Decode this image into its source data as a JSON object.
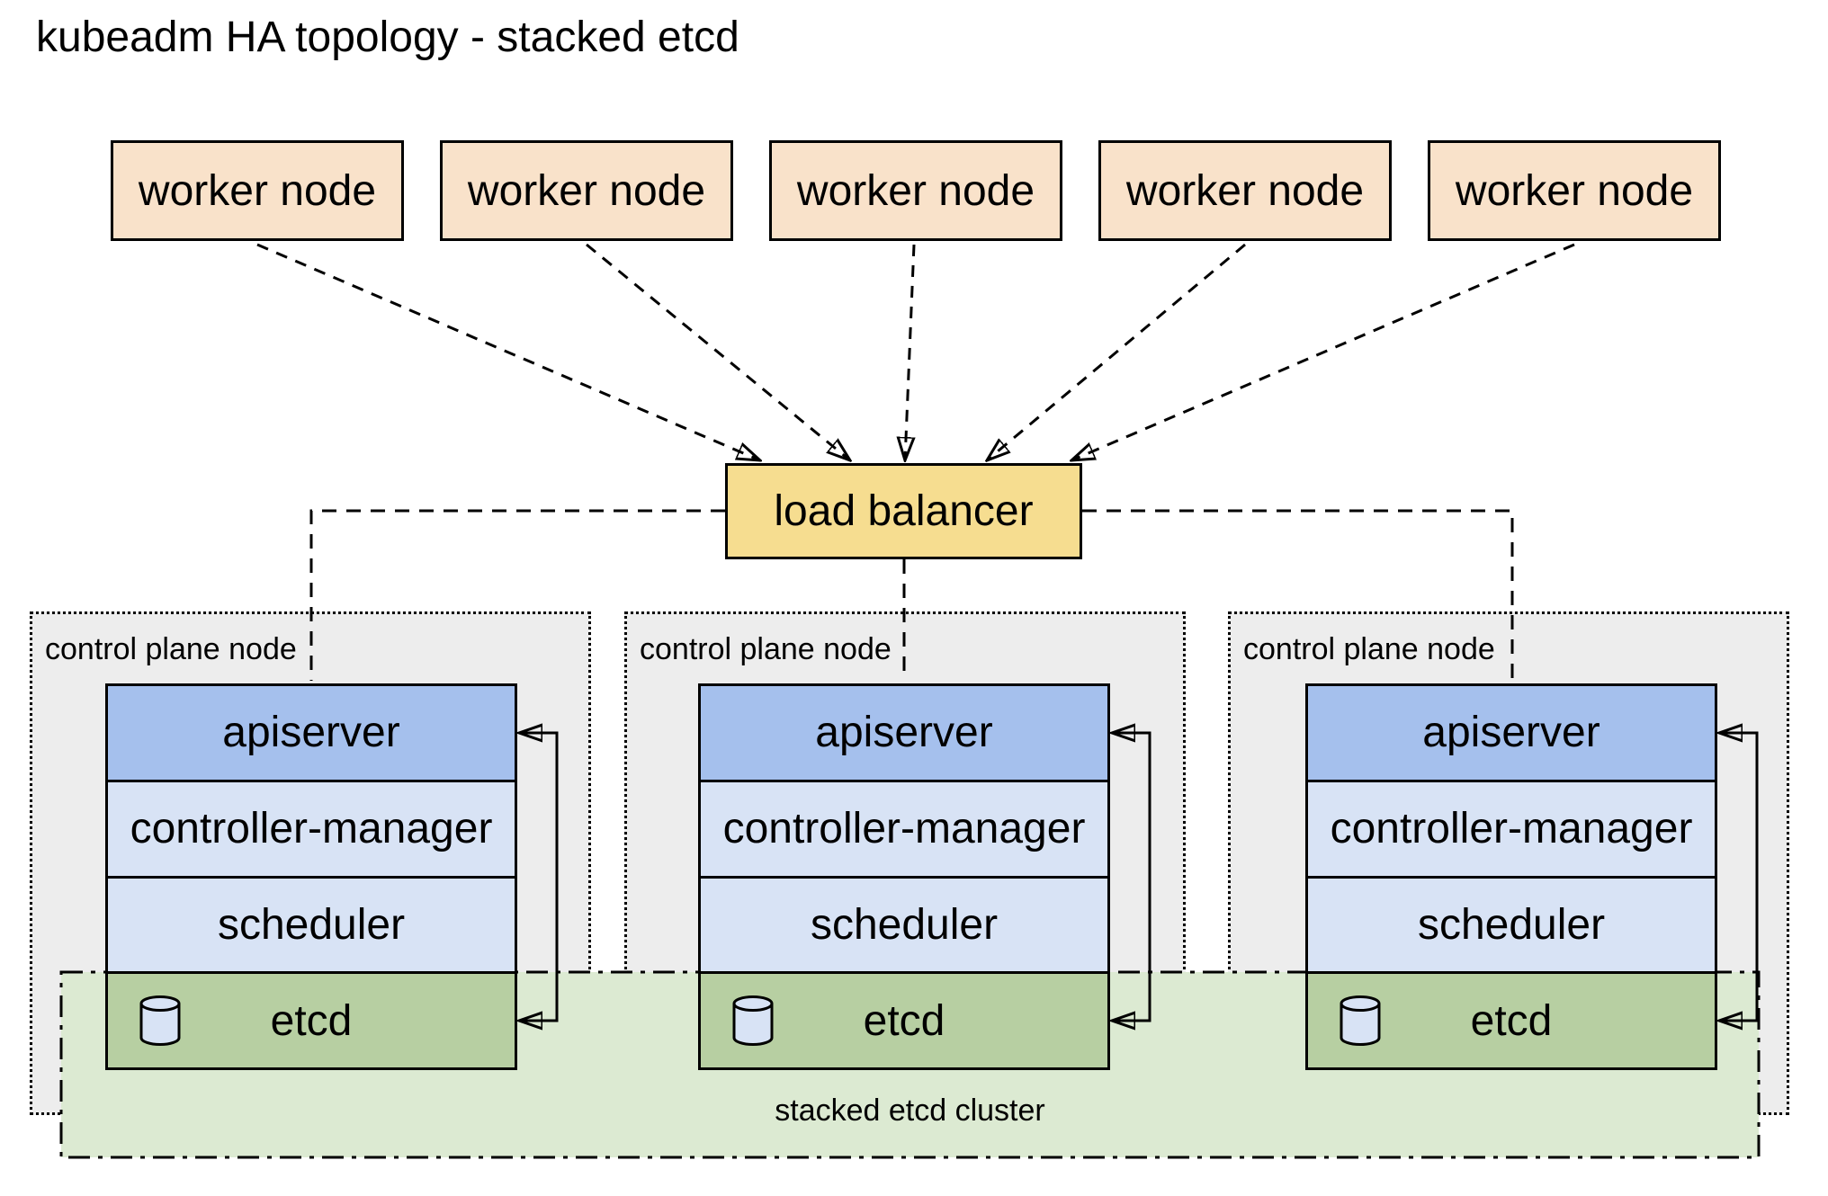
{
  "title": "kubeadm HA topology - stacked etcd",
  "colors": {
    "worker_node_fill": "#f9e2ca",
    "load_balancer_fill": "#f6dd90",
    "apiserver_fill": "#a5c0ed",
    "component_fill": "#d8e3f5",
    "etcd_fill": "#b7cfa2",
    "cluster_fill": "#dcead2",
    "node_fill": "#ededed",
    "line_color": "#000000"
  },
  "worker_nodes": [
    {
      "label": "worker node"
    },
    {
      "label": "worker node"
    },
    {
      "label": "worker node"
    },
    {
      "label": "worker node"
    },
    {
      "label": "worker node"
    }
  ],
  "load_balancer": {
    "label": "load balancer"
  },
  "control_plane_nodes": [
    {
      "label": "control plane node",
      "components": {
        "apiserver": "apiserver",
        "controller_manager": "controller-manager",
        "scheduler": "scheduler",
        "etcd": "etcd"
      },
      "etcd_icon": "database-cylinder-icon"
    },
    {
      "label": "control plane node",
      "components": {
        "apiserver": "apiserver",
        "controller_manager": "controller-manager",
        "scheduler": "scheduler",
        "etcd": "etcd"
      },
      "etcd_icon": "database-cylinder-icon"
    },
    {
      "label": "control plane node",
      "components": {
        "apiserver": "apiserver",
        "controller_manager": "controller-manager",
        "scheduler": "scheduler",
        "etcd": "etcd"
      },
      "etcd_icon": "database-cylinder-icon"
    }
  ],
  "stacked_etcd_cluster": {
    "label": "stacked etcd cluster"
  }
}
